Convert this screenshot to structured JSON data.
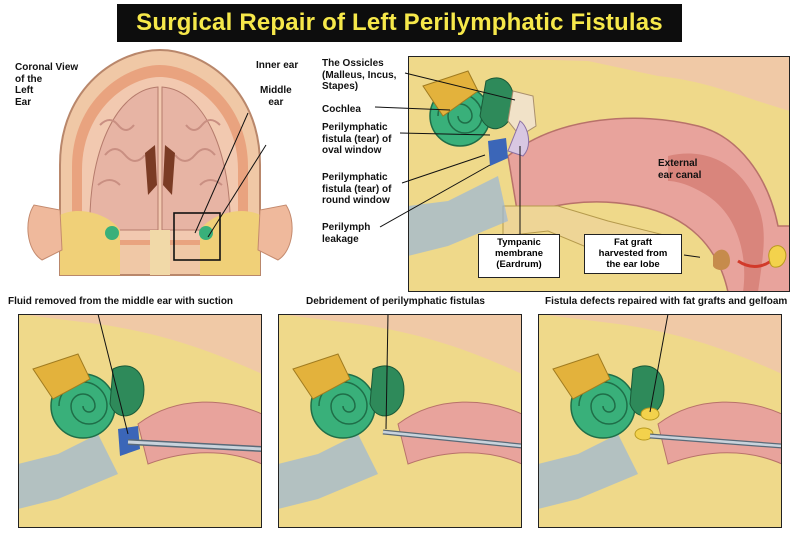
{
  "title": "Surgical Repair of Left Perilymphatic Fistulas",
  "coronal": {
    "view_label": "Coronal View\nof the\nLeft\nEar",
    "inner_ear": "Inner ear",
    "middle_ear": "Middle\near"
  },
  "anatomy": {
    "ossicles": "The Ossicles\n(Malleus, Incus,\nStapes)",
    "cochlea": "Cochlea",
    "oval_window": "Perilymphatic\nfistula (tear) of\noval window",
    "round_window": "Perilymphatic\nfistula (tear) of\nround window",
    "leakage": "Perilymph\nleakage",
    "external_canal": "External\near canal",
    "tympanic": "Tympanic\nmembrane\n(Eardrum)",
    "fat_graft": "Fat graft\nharvested from\nthe ear lobe"
  },
  "panels": [
    {
      "caption": "Fluid removed from the middle ear with suction"
    },
    {
      "caption": "Debridement of perilymphatic fistulas"
    },
    {
      "caption": "Fistula defects repaired with fat grafts and gelfoam"
    }
  ],
  "colors": {
    "title_bg": "#0d0d0d",
    "title_text": "#f6e84a",
    "bone": "#efd98a",
    "cochlea": "#39b07a",
    "vestibule": "#2e8a5a",
    "canal": "#e8a39c",
    "tissue": "#d9857c",
    "fluid": "#3b66b8"
  }
}
